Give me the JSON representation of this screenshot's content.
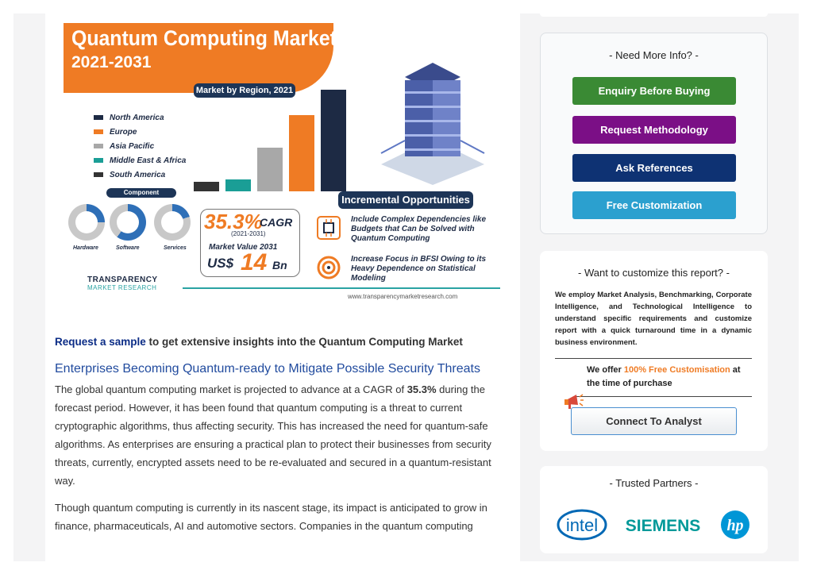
{
  "infographic": {
    "title_line1": "Quantum Computing Market",
    "title_line2": "2021-2031",
    "region_label": "Market by Region, 2021",
    "legend": [
      {
        "label": "North America",
        "color": "#1d2a44"
      },
      {
        "label": "Europe",
        "color": "#ef7b24"
      },
      {
        "label": "Asia Pacific",
        "color": "#a8a8a8"
      },
      {
        "label": "Middle East & Africa",
        "color": "#1a9e96"
      },
      {
        "label": "South America",
        "color": "#333333"
      }
    ],
    "component_label": "Component",
    "components": [
      "Hardware",
      "Software",
      "Services"
    ],
    "cagr_value": "35.3%",
    "cagr_word": "CAGR",
    "cagr_years": "(2021-2031)",
    "market_value_label": "Market Value 2031",
    "currency": "US$",
    "market_value": "14",
    "unit": "Bn",
    "incremental_label": "Incremental Opportunities",
    "opportunity_1": "Include Complex Dependencies like Budgets that Can be Solved with Quantum Computing",
    "opportunity_2": "Increase Focus in BFSI Owing to its Heavy Dependence on Statistical Modeling",
    "logo_line1": "TRANSPARENCY",
    "logo_line2": "MARKET RESEARCH",
    "url": "www.transparencymarketresearch.com"
  },
  "article": {
    "request_link": "Request a sample",
    "request_rest": " to get extensive insights into the Quantum Computing Market",
    "heading": "Enterprises Becoming Quantum-ready to Mitigate Possible Security Threats",
    "para1_a": "The global quantum computing market is projected to advance at a CAGR of ",
    "para1_b": "35.3%",
    "para1_c": " during the forecast period. However, it has been found that quantum computing is a threat to current cryptographic algorithms, thus affecting security. This has increased the need for quantum-safe algorithms. As enterprises are ensuring a practical plan to protect their businesses from security threats, currently, encrypted assets need to be re-evaluated and secured in a quantum-resistant way.",
    "para2": "Though quantum computing is currently in its nascent stage, its impact is anticipated to grow in finance, pharmaceuticals, AI and automotive sectors. Companies in the quantum computing"
  },
  "sidebar": {
    "info_heading": "- Need More Info? -",
    "buttons": [
      {
        "label": "Enquiry Before Buying",
        "color": "#3a8a34"
      },
      {
        "label": "Request Methodology",
        "color": "#7b0f86"
      },
      {
        "label": "Ask References",
        "color": "#0e3273"
      },
      {
        "label": "Free Customization",
        "color": "#2ba0cf"
      }
    ],
    "cust_heading": "- Want to customize this report? -",
    "cust_text": "We employ Market Analysis, Benchmarking, Corporate Intelligence, and Technological Intelligence to understand specific requirements and customize report with a quick turnaround time in a dynamic business environment.",
    "offer_a": "We offer ",
    "offer_hl": "100% Free Customisation",
    "offer_b": " at the time of purchase",
    "connect_label": "Connect To Analyst",
    "partners_heading": "- Trusted Partners -",
    "partners": [
      "intel",
      "SIEMENS",
      "hp"
    ]
  }
}
